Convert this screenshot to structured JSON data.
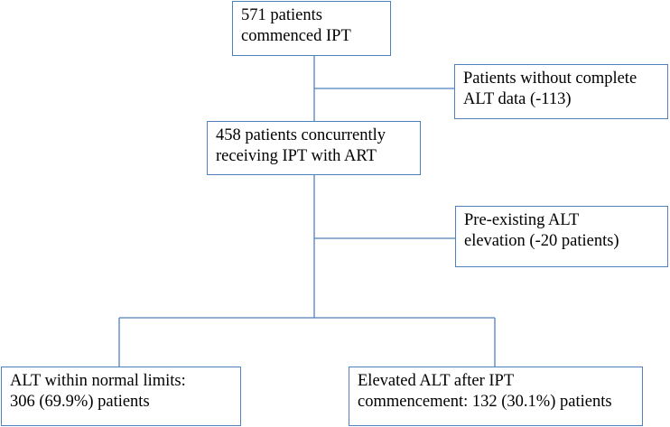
{
  "flowchart": {
    "start": {
      "line1": "571 patients",
      "line2": "commenced IPT"
    },
    "exclusion_1": {
      "line1": "Patients without complete",
      "line2": "ALT data (-113)"
    },
    "cohort": {
      "line1": "458 patients concurrently",
      "line2": "receiving IPT with ART"
    },
    "exclusion_2": {
      "line1": "Pre-existing ALT",
      "line2": "elevation (-20 patients)"
    },
    "outcome_normal": {
      "line1": "ALT within normal limits:",
      "line2": "306 (69.9%) patients"
    },
    "outcome_elevated": {
      "line1": "Elevated ALT after IPT",
      "line2": "commencement: 132 (30.1%) patients"
    }
  },
  "colors": {
    "box_border": "#4f81bd",
    "connector": "#4f81bd",
    "text": "#000000",
    "background": "#ffffff"
  }
}
